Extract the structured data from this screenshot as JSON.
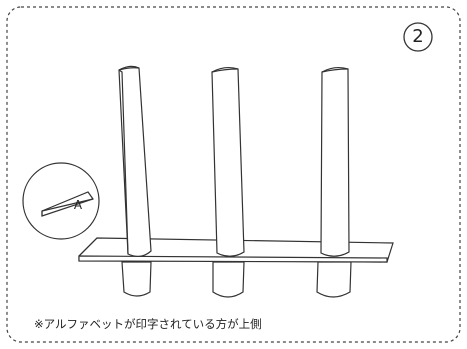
{
  "step_number": "2",
  "inset_label": "A",
  "caption": "※アルファベットが印字されている方が上側",
  "colors": {
    "line": "#333333",
    "fill": "#ffffff",
    "border": "#444444"
  }
}
